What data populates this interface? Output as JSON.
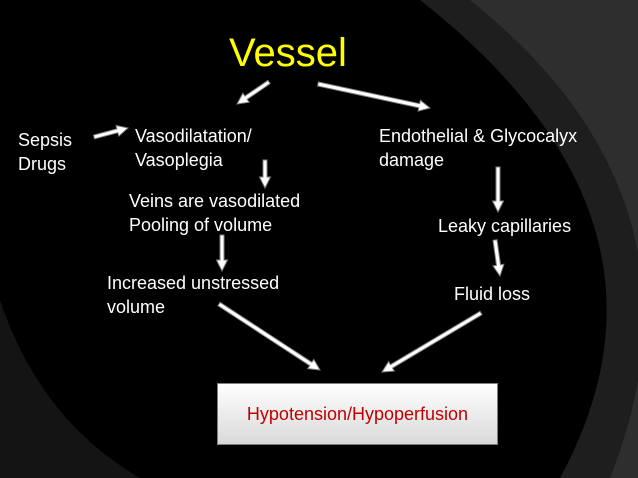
{
  "title": "Vessel",
  "nodes": {
    "causes": [
      "Sepsis",
      "Drugs"
    ],
    "vasodilatation": [
      "Vasodilatation/",
      "Vasoplegia"
    ],
    "veins": [
      "Veins are vasodilated",
      "Pooling of volume"
    ],
    "unstressed": [
      "Increased unstressed",
      "volume"
    ],
    "endothelial": [
      "Endothelial & Glycocalyx",
      "damage"
    ],
    "leaky": "Leaky capillaries",
    "fluid_loss": "Fluid loss",
    "outcome": "Hypotension/Hypoperfusion"
  },
  "colors": {
    "background": "#000000",
    "title": "#ffff00",
    "text": "#ffffff",
    "outcome_text": "#c00000",
    "arrow_fill": "#ffffff",
    "arrow_stroke": "#7f7f7f"
  }
}
